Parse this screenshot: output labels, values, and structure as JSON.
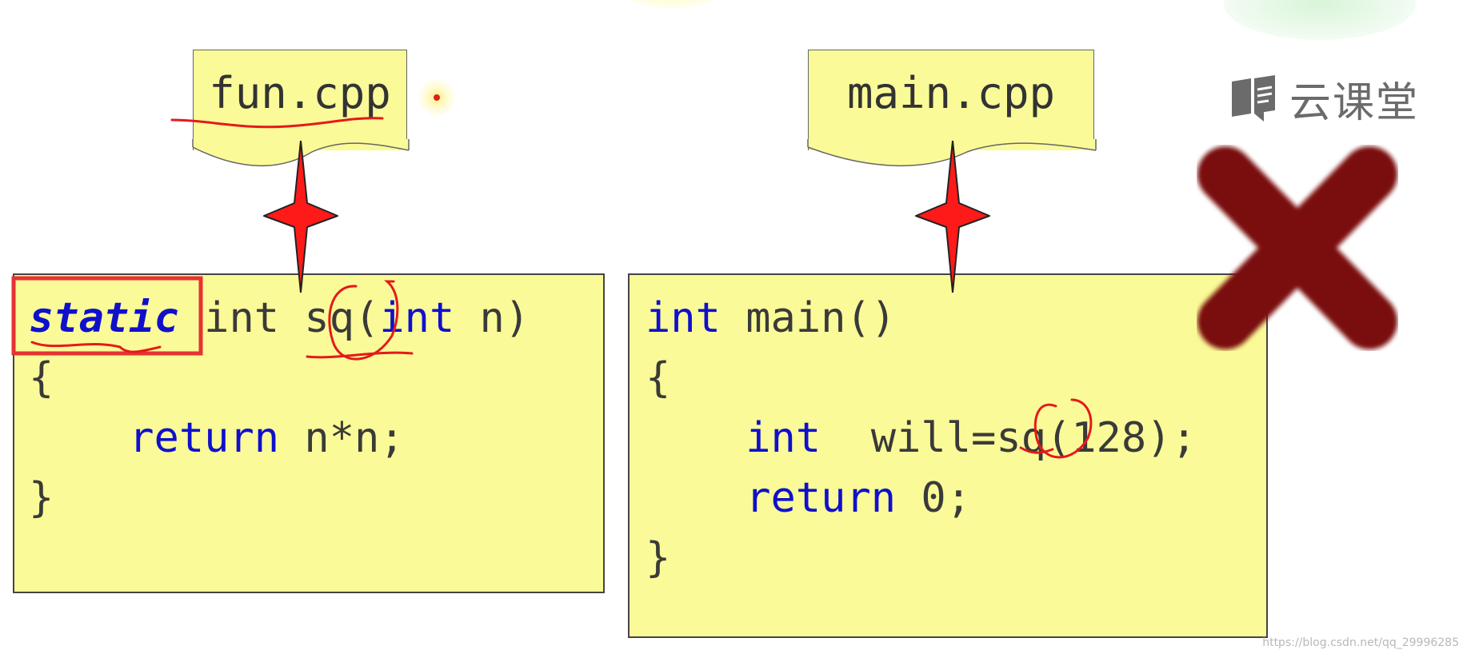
{
  "files": {
    "left": {
      "label": "fun.cpp"
    },
    "right": {
      "label": "main.cpp"
    }
  },
  "code": {
    "left": {
      "line1": {
        "keyword_static": "static",
        "rest_before": " int ",
        "func": "sq",
        "paren_open": "(",
        "kw_int": "int",
        "rest_after": " n)"
      },
      "line2": "{",
      "line3": {
        "indent": "    ",
        "kw_return": "return",
        "rest": " n*n;"
      },
      "line4": "}"
    },
    "right": {
      "line1": {
        "kw_int": "int",
        "rest": " main()"
      },
      "line2": "{",
      "line3": {
        "indent": "    ",
        "kw_int": "int",
        "rest_before": "  will=",
        "func": "sq",
        "rest_after": "(128);"
      },
      "line4": {
        "indent": "    ",
        "kw_return": "return",
        "rest": " 0;"
      },
      "line5": "}"
    }
  },
  "brand": {
    "name": "云课堂",
    "icon": "book-logo-icon"
  },
  "watermark": "https://blog.csdn.net/qq_29996285",
  "overlays": {
    "cross": "x-mark-icon",
    "connector": "four-point-star-icon"
  },
  "colors": {
    "box_fill": "#fafa98",
    "keyword": "#1010cc",
    "cross": "#7a0f10",
    "highlight_box": "#e63232",
    "connector": "#ff1a1a",
    "annotation": "#e41a1a"
  }
}
